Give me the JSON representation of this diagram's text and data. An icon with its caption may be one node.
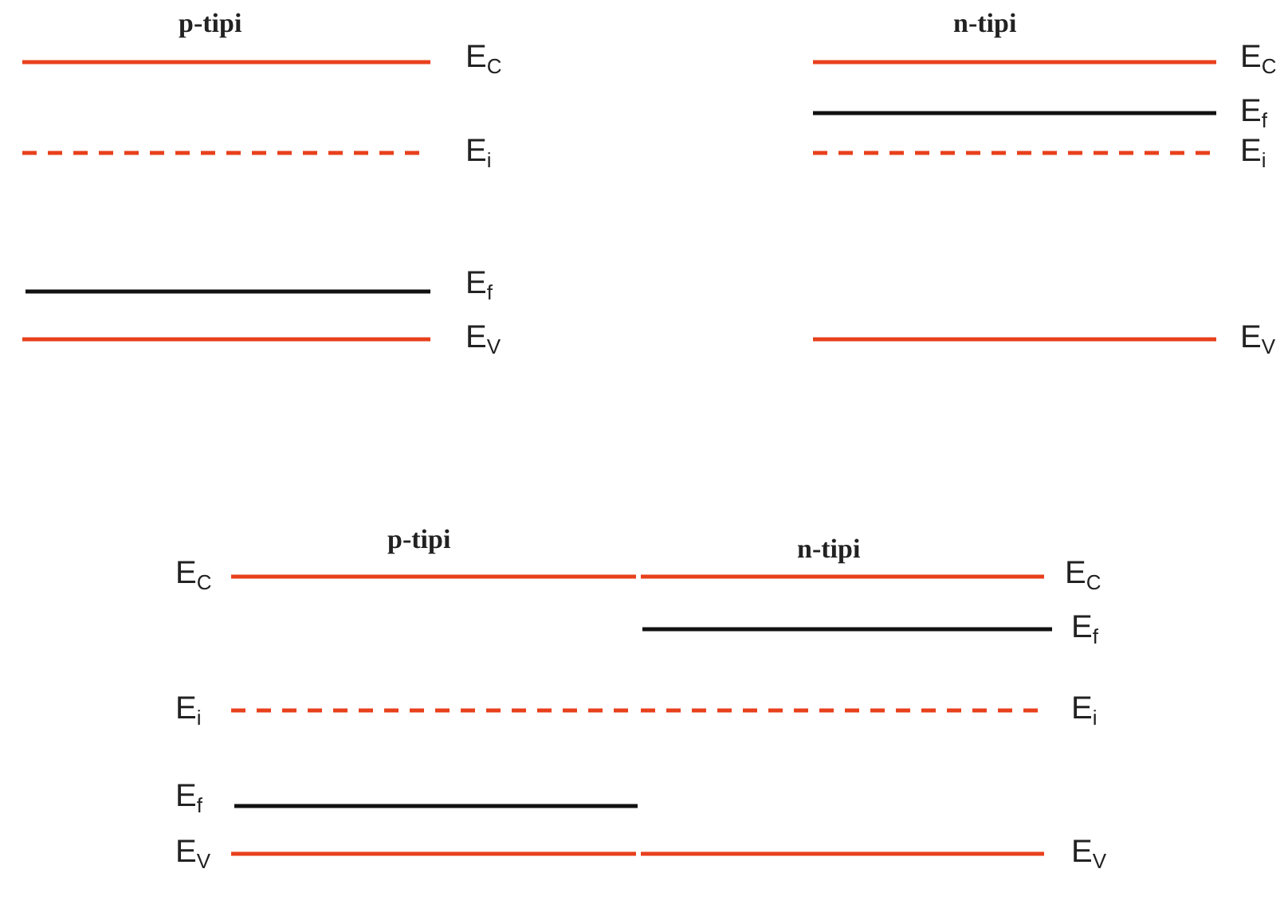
{
  "diagram": {
    "labels": [
      "p-tipi",
      "n-tipi",
      "E$_{C}$",
      "E$_{C}$",
      "E$_{f}$",
      "E$_{i}$",
      "E$_{i}$",
      "E$_{f}$",
      "E$_{V}$",
      "E$_{V}$",
      "p-tipi",
      "n-tipi",
      "E$_{C}$",
      "E$_{C}$",
      "E$_{f}$",
      "E$_{i}$",
      "E$_{i}$",
      "E$_{f}$",
      "E$_{V}$",
      "E$_{V}$"
    ]
  }
}
